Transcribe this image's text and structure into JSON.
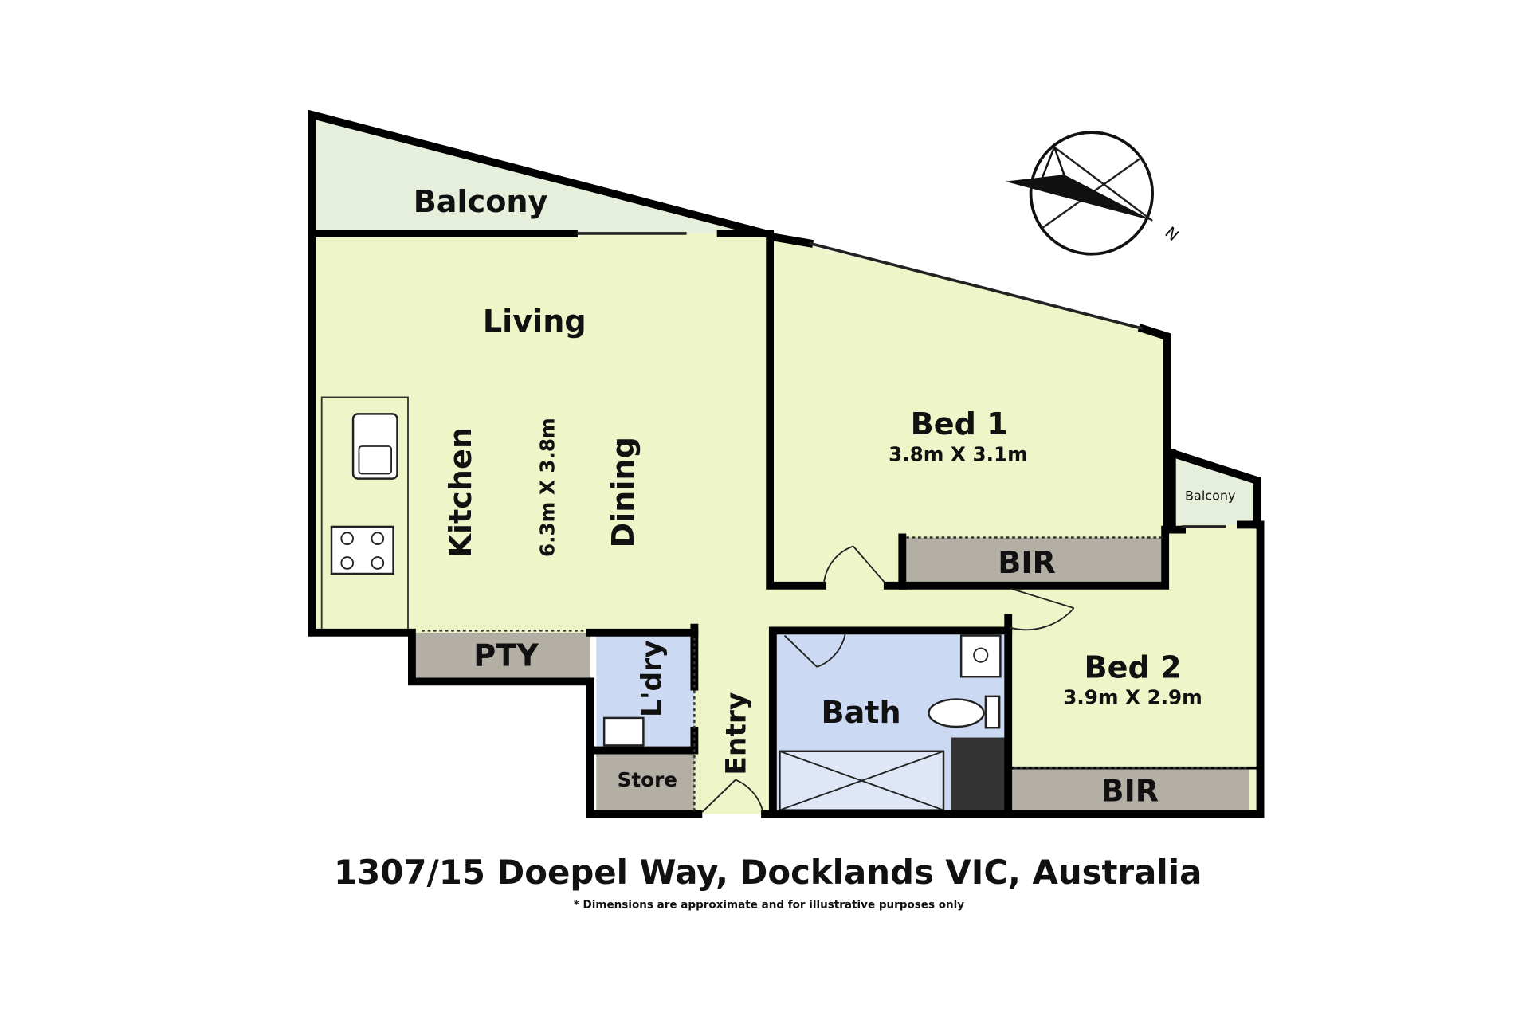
{
  "rooms": {
    "balcony_main": "Balcony",
    "living": "Living",
    "kitchen": "Kitchen",
    "living_dims": "6.3m X 3.8m",
    "dining": "Dining",
    "bed1": "Bed 1",
    "bed1_dims": "3.8m X 3.1m",
    "bir1": "BIR",
    "balcony_small": "Balcony",
    "bed2": "Bed 2",
    "bed2_dims": "3.9m X 2.9m",
    "bir2": "BIR",
    "pty": "PTY",
    "laundry": "L'dry",
    "entry": "Entry",
    "bath": "Bath",
    "store": "Store"
  },
  "compass": {
    "label": "N"
  },
  "address": "1307/15 Doepel Way, Docklands VIC, Australia",
  "disclaimer": "* Dimensions are approximate and for illustrative purposes only",
  "colors": {
    "room": "#eef5c8",
    "balcony": "#e6efdc",
    "wet": "#ccd9f2",
    "storage": "#b4afa4",
    "wall": "#000000"
  }
}
